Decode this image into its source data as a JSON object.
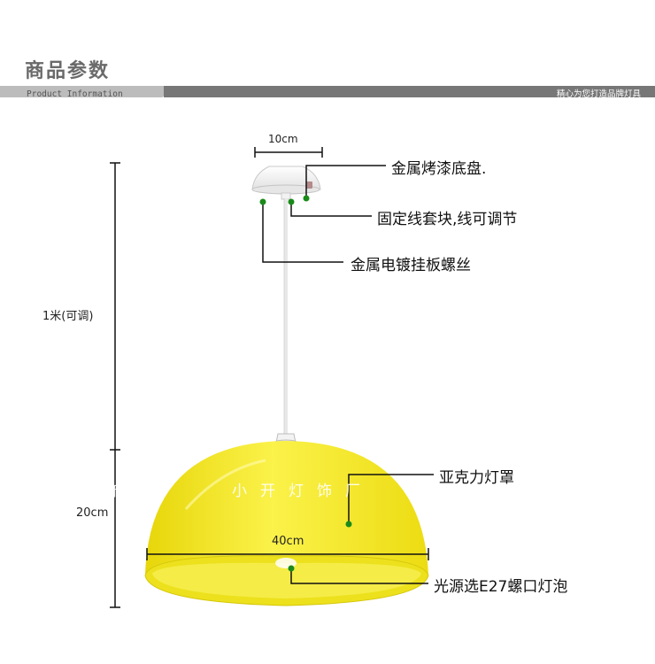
{
  "header": {
    "title": "商品参数",
    "subtitle": "Product Information",
    "slogan": "精心为您打造品牌灯具"
  },
  "dimensions": {
    "ceiling_width": "10cm",
    "cord_length": "1米(可调)",
    "shade_height": "20cm",
    "shade_width": "40cm"
  },
  "callouts": {
    "canopy": "金属烤漆底盘.",
    "cord_lock": "固定线套块,线可调节",
    "screw": "金属电镀挂板螺丝",
    "shade": "亚克力灯罩",
    "bulb": "光源选E27螺口灯泡"
  },
  "watermark": "小开灯饰厂",
  "colors": {
    "shade": "#f5e817",
    "marker": "#1a8a1a",
    "header_dark": "#777777",
    "header_light": "#bcbcbc"
  }
}
